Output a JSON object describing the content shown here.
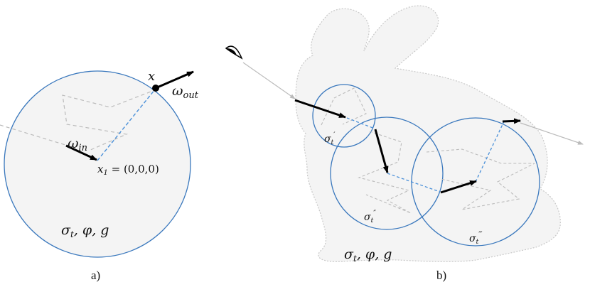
{
  "panel_a": {
    "caption": "a)",
    "point_label": "x",
    "out_dir_label_base": "ω",
    "out_dir_label_sub": "out",
    "in_dir_label_base": "ω",
    "in_dir_label_sub": "in",
    "origin_label_base": "x",
    "origin_label_sub": "1",
    "origin_label_value": " = (0,0,0)",
    "params_label": "σ",
    "params_sub": "t",
    "params_rest": ", φ, g"
  },
  "panel_b": {
    "caption": "b)",
    "sigma1_base": "σ",
    "sigma1_sub": "t",
    "sigma1_prime": "′",
    "sigma2_base": "σ",
    "sigma2_sub": "t",
    "sigma2_prime": "″",
    "sigma3_base": "σ",
    "sigma3_sub": "t",
    "sigma3_prime": "‴",
    "params_label": "σ",
    "params_sub": "t",
    "params_rest": ", φ, g"
  },
  "colors": {
    "circle": "#3a78bd",
    "fill": "#f4f4f4",
    "arrow": "#000000",
    "dashed_blue": "#4a90d9",
    "dashed_grey": "#bbbbbb"
  },
  "icons": {
    "eye": "eye-icon"
  }
}
